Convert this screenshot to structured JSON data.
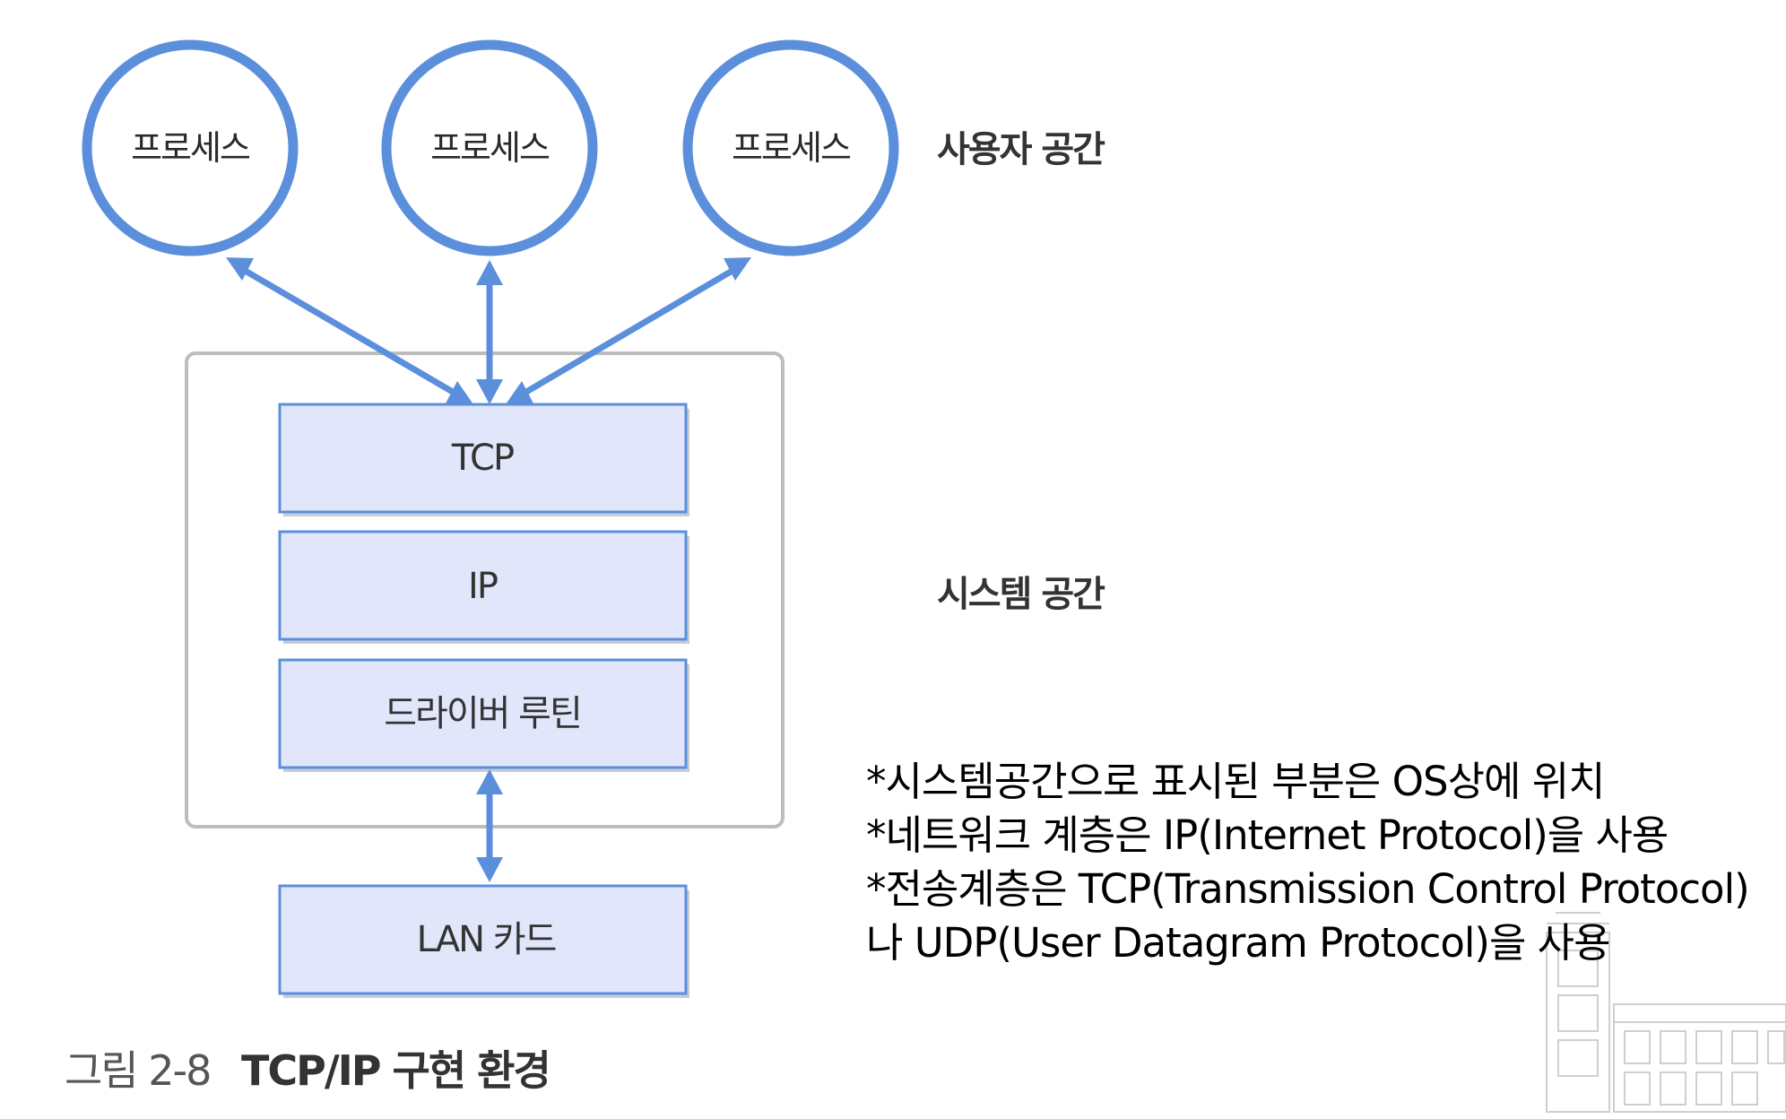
{
  "colors": {
    "accent": "#5b8fdc",
    "layer_fill": "#e2e6fa",
    "system_border": "#bdbdbd"
  },
  "processes": [
    {
      "label": "프로세스"
    },
    {
      "label": "프로세스"
    },
    {
      "label": "프로세스"
    }
  ],
  "regions": {
    "user_space": "사용자 공간",
    "system_space": "시스템 공간"
  },
  "layers": {
    "tcp": "TCP",
    "ip": "IP",
    "driver": "드라이버 루틴",
    "lan": "LAN 카드"
  },
  "caption": {
    "figure_number": "그림 2-8",
    "title": "TCP/IP 구현 환경"
  },
  "notes": [
    "*시스템공간으로 표시된 부분은 OS상에 위치",
    "*네트워크 계층은 IP(Internet Protocol)을 사용",
    "*전송계층은 TCP(Transmission Control Protocol)나 UDP(User Datagram Protocol)을 사용"
  ]
}
